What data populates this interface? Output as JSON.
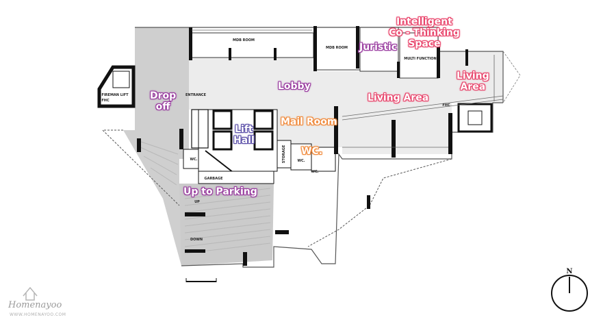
{
  "rooms": {
    "mdb_room_1": "MDB ROOM",
    "mdb_room_2": "MDB ROOM",
    "multi_function": "MULTI FUNCTION",
    "entrance": "ENTRANCE",
    "fireman_lift": "FIREMAN LIFT",
    "fhc_1": "FHC",
    "fhc_2": "FHC",
    "storage": "STORAGE",
    "wc_1": "WC.",
    "wc_2": "WC.",
    "wc_3": "WC.",
    "garbage": "GARBAGE",
    "up": "UP",
    "down": "DOWN"
  },
  "tags": {
    "intelligent": [
      "Intelligent",
      "Co - Thinking",
      "Space"
    ],
    "juristic": "Juristic",
    "living_area_right": [
      "Living",
      "Area"
    ],
    "lobby": "Lobby",
    "living_area": "Living Area",
    "drop_off": [
      "Drop",
      "off"
    ],
    "lift_hall": [
      "Lift",
      "Hall"
    ],
    "mail_room": "Mail Room",
    "wc": "WC.",
    "up_to_parking": "Up to Parking"
  },
  "compass": {
    "label": "N"
  },
  "logo": {
    "name": "Homenayoo",
    "url": "WWW.HOMENAYOO.COM"
  },
  "colors": {
    "pink": "#e8436a",
    "purple": "#9a3ea0",
    "blue": "#5b4fa8",
    "orange": "#f08a3c",
    "floor_gray": "#d0d0d0",
    "lobby_gray": "#ededed",
    "wall": "#111111"
  }
}
